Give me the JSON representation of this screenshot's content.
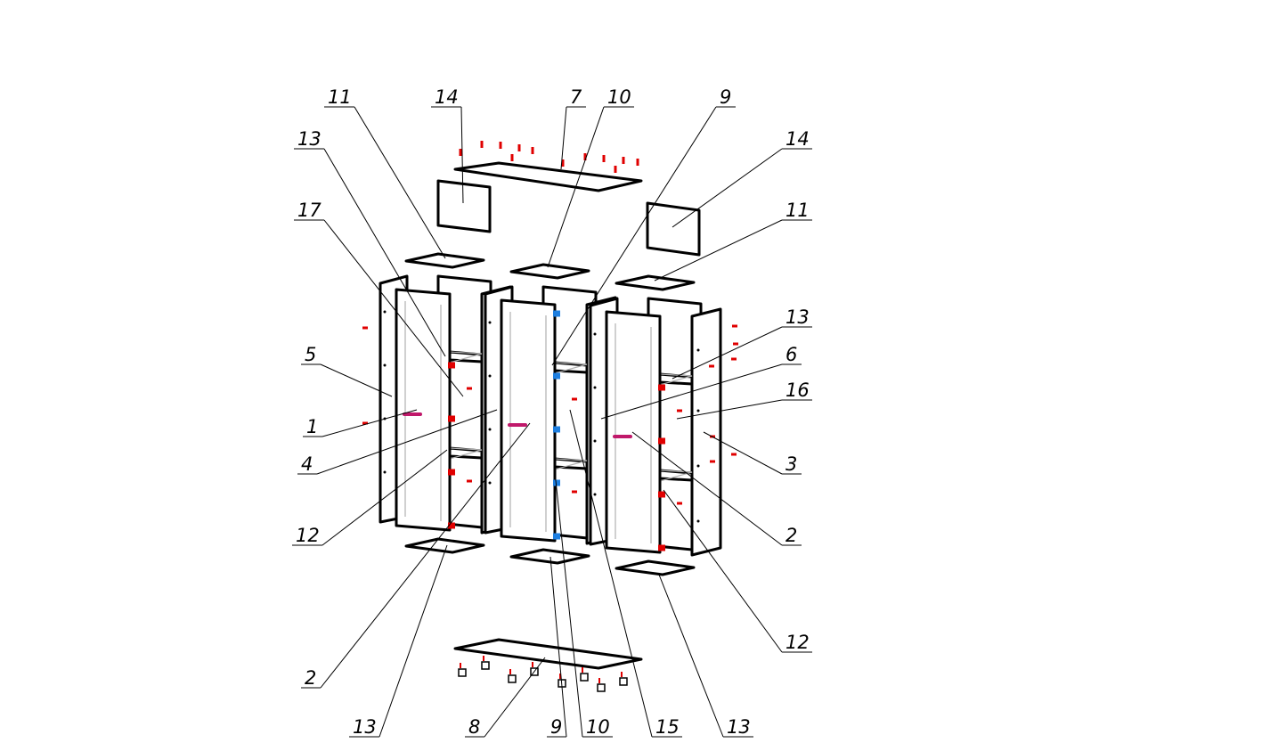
{
  "title": "Exploded assembly view",
  "colors": {
    "line": "#000000",
    "fastener_red": "#e00000",
    "fastener_blue": "#1e7fe0",
    "handle": "#c0186a",
    "hidden": "#b0b0b0"
  },
  "callouts": [
    "11",
    "13",
    "17",
    "14",
    "7",
    "10",
    "9",
    "14",
    "11",
    "13",
    "6",
    "16",
    "5",
    "1",
    "4",
    "12",
    "3",
    "2",
    "12",
    "2",
    "13",
    "8",
    "9",
    "10",
    "15",
    "13"
  ]
}
